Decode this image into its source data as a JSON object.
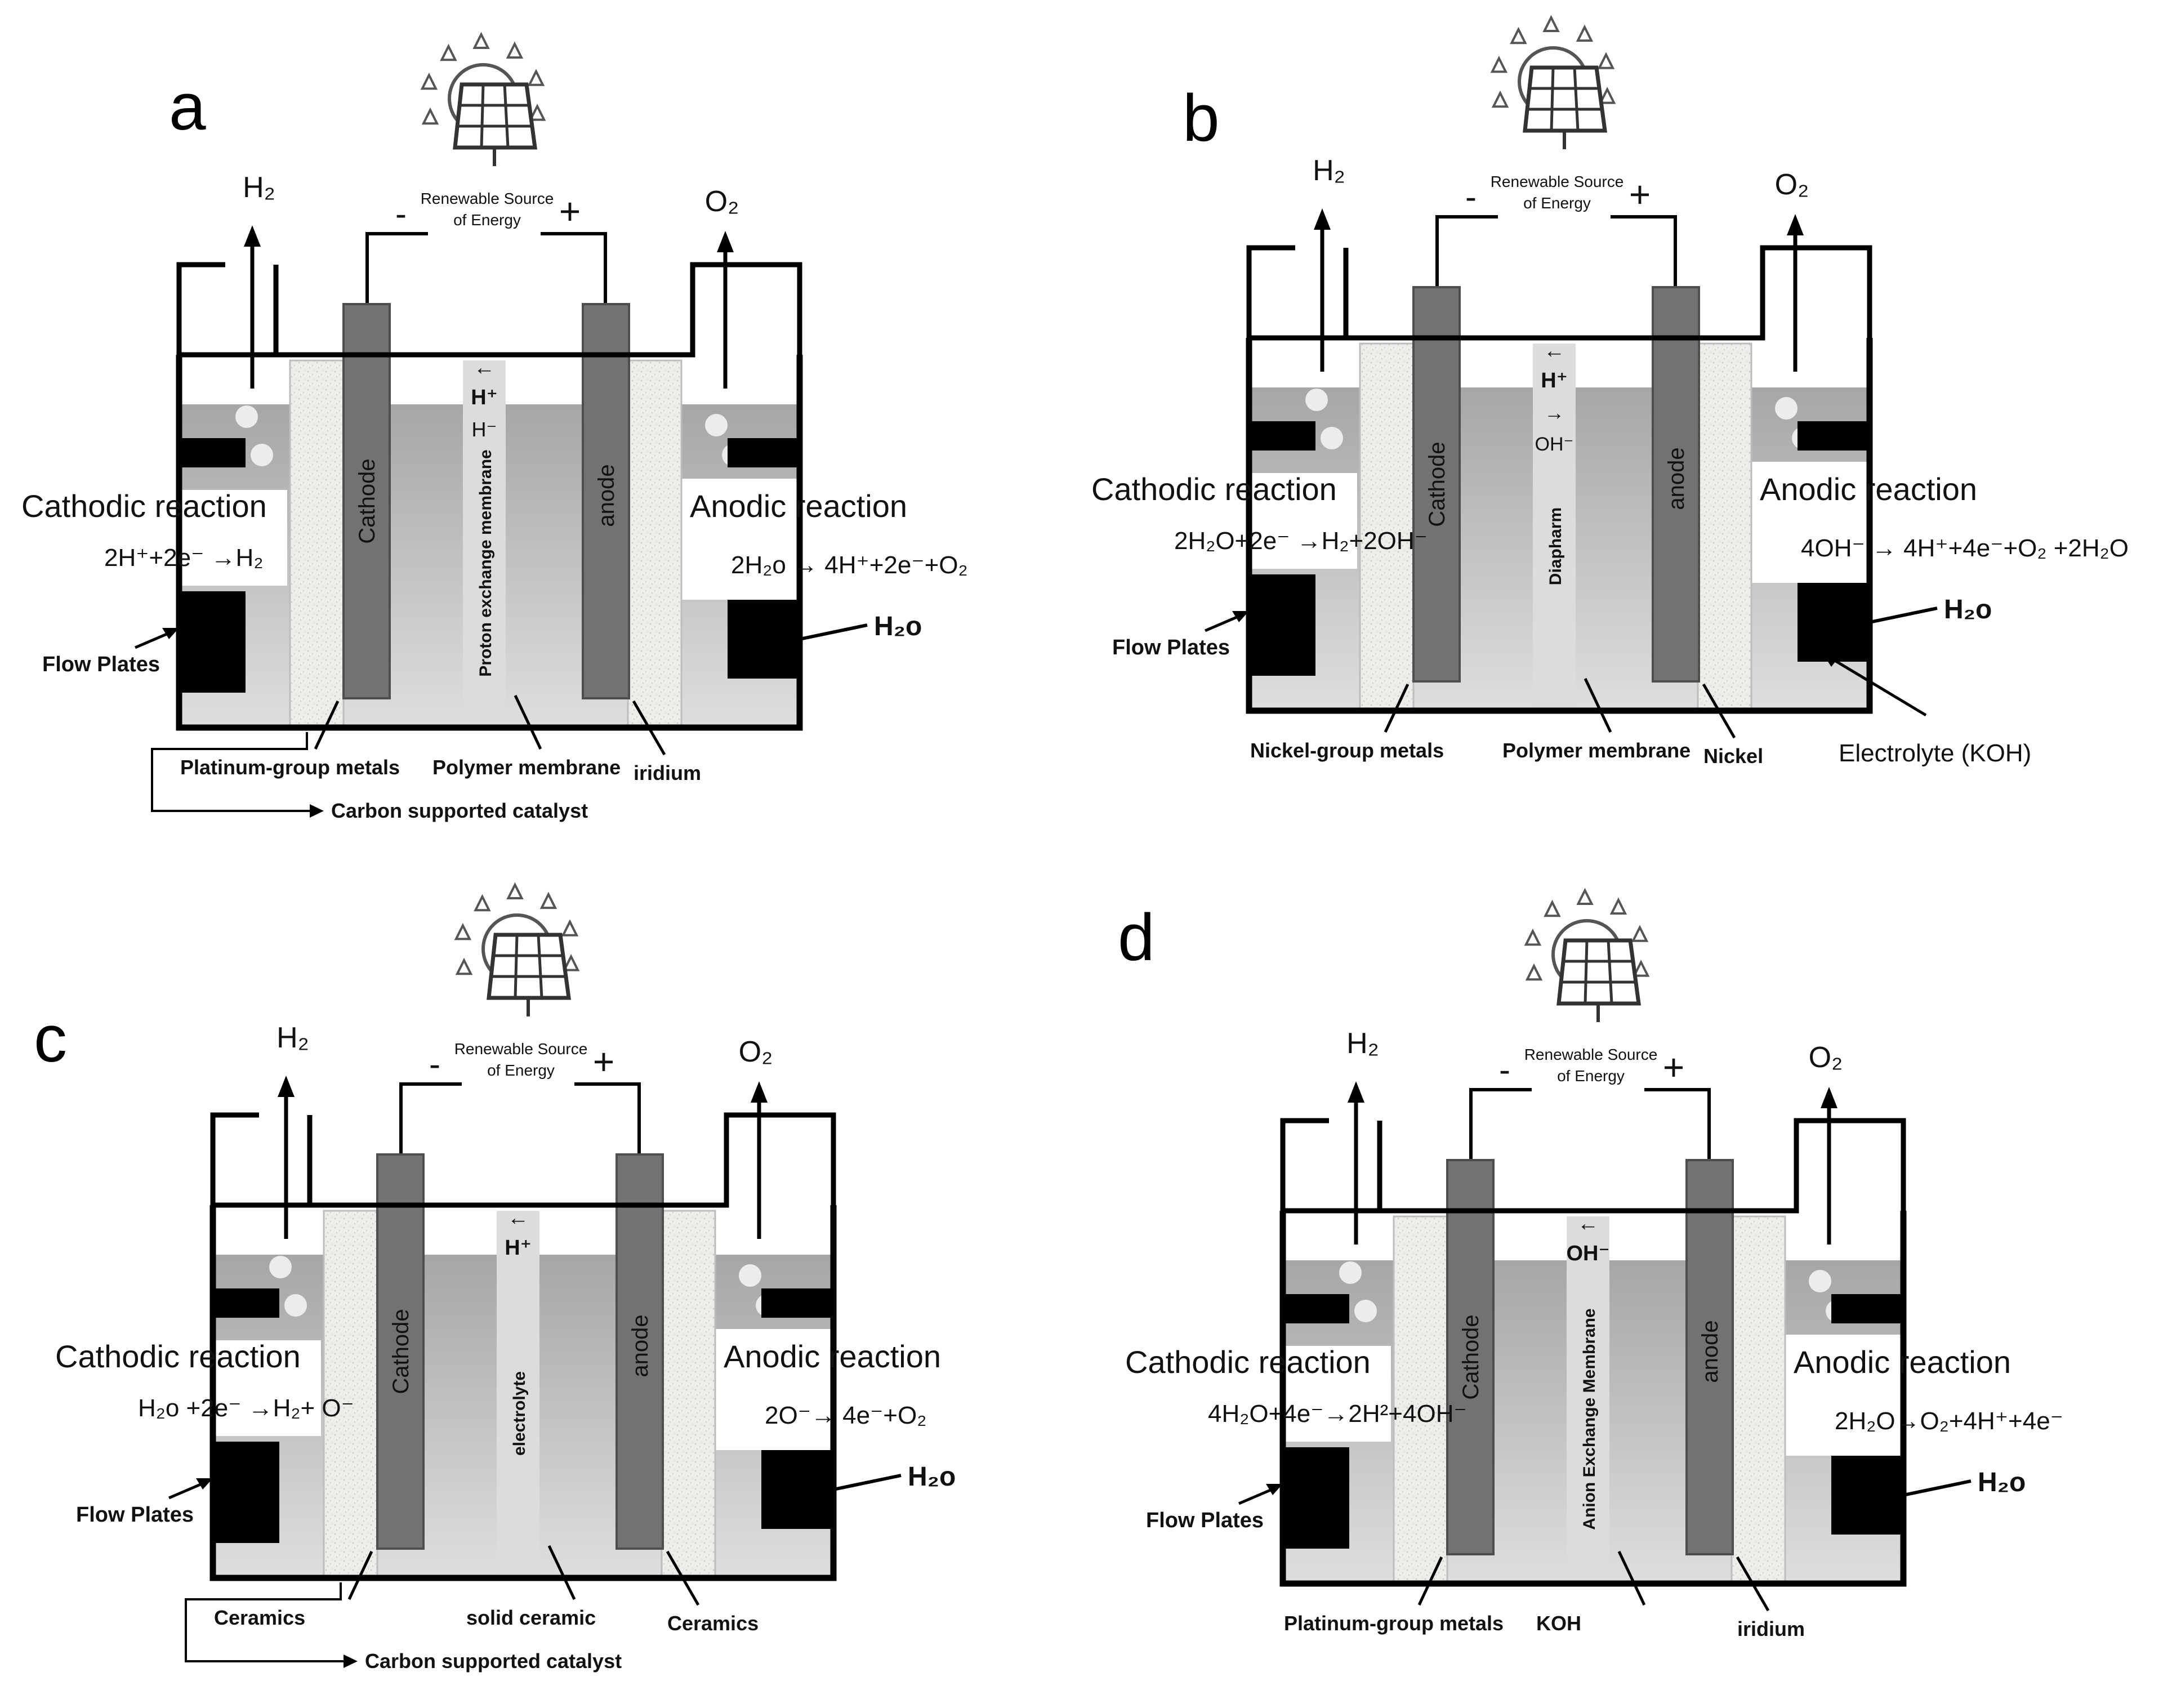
{
  "colors": {
    "frame": "#000000",
    "electrolyte_top": "#a6a6a6",
    "electrolyte_bottom": "#dedede",
    "electrode": "#727272",
    "electrode_edge": "#4e4e4e",
    "catalyst": "#ededea",
    "membrane": "#dcdcdc",
    "bubble": "#ececec"
  },
  "panels": {
    "a": {
      "letter": "a",
      "power": {
        "label1": "Renewable Source",
        "label2": "of Energy",
        "minus": "-",
        "plus": "+"
      },
      "gas_left": "H₂",
      "gas_right": "O₂",
      "cathode_label": "Cathode",
      "anode_label": "anode",
      "membrane_label": "Proton exchange membrane",
      "ion_line1": "←",
      "ion_line2": "H⁺",
      "ion_line3": "H⁻",
      "ion_line4": "",
      "cathodic_title": "Cathodic reaction",
      "cathodic_eq": "2H⁺+2e⁻ →H₂",
      "anodic_title": "Anodic reaction",
      "anodic_eq": "2H₂o → 4H⁺+2e⁻+O₂",
      "flow_plates": "Flow Plates",
      "water": "H₂o",
      "bottom_left": "Platinum-group metals",
      "bottom_mid": "Polymer membrane",
      "bottom_right": "iridium",
      "extra": "Carbon supported catalyst"
    },
    "b": {
      "letter": "b",
      "power": {
        "label1": "Renewable Source",
        "label2": "of Energy",
        "minus": "-",
        "plus": "+"
      },
      "gas_left": "H₂",
      "gas_right": "O₂",
      "cathode_label": "Cathode",
      "anode_label": "anode",
      "membrane_label": "Diapharm",
      "ion_line1": "←",
      "ion_line2": "H⁺",
      "ion_line3": "→",
      "ion_line4": "OH⁻",
      "cathodic_title": "Cathodic reaction",
      "cathodic_eq": "2H₂O+2e⁻ →H₂+2OH⁻",
      "anodic_title": "Anodic reaction",
      "anodic_eq": "4OH⁻ → 4H⁺+4e⁻+O₂ +2H₂O",
      "flow_plates": "Flow Plates",
      "water": "H₂o",
      "bottom_left": "Nickel-group metals",
      "bottom_mid": "Polymer membrane",
      "bottom_right": "Nickel",
      "extra": "Electrolyte (KOH)"
    },
    "c": {
      "letter": "c",
      "power": {
        "label1": "Renewable Source",
        "label2": "of Energy",
        "minus": "-",
        "plus": "+"
      },
      "gas_left": "H₂",
      "gas_right": "O₂",
      "cathode_label": "Cathode",
      "anode_label": "anode",
      "membrane_label": "electrolyte",
      "ion_line1": "←",
      "ion_line2": "H⁺",
      "ion_line3": "",
      "ion_line4": "",
      "cathodic_title": "Cathodic reaction",
      "cathodic_eq": "H₂o +2e⁻ →H₂+ O⁻",
      "anodic_title": "Anodic reaction",
      "anodic_eq": "2O⁻→ 4e⁻+O₂",
      "flow_plates": "Flow Plates",
      "water": "H₂o",
      "bottom_left": "Ceramics",
      "bottom_mid": "solid ceramic",
      "bottom_right": "Ceramics",
      "extra": "Carbon supported catalyst"
    },
    "d": {
      "letter": "d",
      "power": {
        "label1": "Renewable Source",
        "label2": "of Energy",
        "minus": "-",
        "plus": "+"
      },
      "gas_left": "H₂",
      "gas_right": "O₂",
      "cathode_label": "Cathode",
      "anode_label": "anode",
      "membrane_label": "Anion Exchange Membrane",
      "ion_line1": "←",
      "ion_line2": "OH⁻",
      "ion_line3": "",
      "ion_line4": "",
      "cathodic_title": "Cathodic reaction",
      "cathodic_eq": "4H₂O+4e⁻→2H²+4OH⁻",
      "anodic_title": "Anodic reaction",
      "anodic_eq": "2H₂O→O₂+4H⁺+4e⁻",
      "flow_plates": "Flow Plates",
      "water": "H₂o",
      "bottom_left": "Platinum-group metals",
      "bottom_mid": "KOH",
      "bottom_right": "iridium",
      "extra": ""
    }
  }
}
